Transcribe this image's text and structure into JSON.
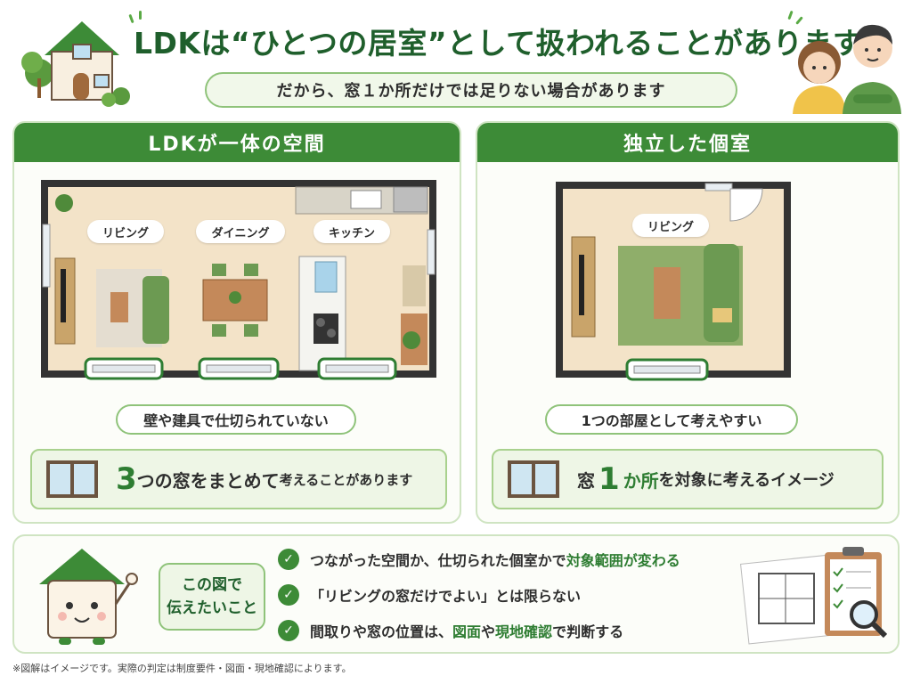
{
  "header": {
    "title": "LDKは“ひとつの居室”として扱われることがあります",
    "subtitle": "だから、窓１か所だけでは足りない場合があります"
  },
  "left_panel": {
    "title": "LDKが一体の空間",
    "rooms": [
      "リビング",
      "ダイニング",
      "キッチン"
    ],
    "callout": "壁や建具で仕切られていない",
    "info_number": "3",
    "info_tail": "つの窓をまとめて",
    "info_small": "考えることがあります"
  },
  "right_panel": {
    "title": "独立した個室",
    "room": "リビング",
    "callout": "1つの部屋として考えやすい",
    "info_head": "窓",
    "info_number": "1",
    "info_mid": "か所",
    "info_tail": "を対象に考えるイメージ"
  },
  "bottom": {
    "convey_line1": "この図で",
    "convey_line2": "伝えたいこと",
    "bullets": [
      {
        "pre": "つながった空間か、仕切られた個室かで",
        "hl": "対象範囲が変わる",
        "post": ""
      },
      {
        "pre": "「リビングの窓だけでよい」とは限らない",
        "hl": "",
        "post": ""
      },
      {
        "pre": "間取りや窓の位置は、",
        "hl": "図面",
        "mid": "や",
        "hl2": "現地確認",
        "post": "で判断する"
      }
    ]
  },
  "footnote": "※図解はイメージです。実際の判定は制度要件・図面・現地確認によります。",
  "colors": {
    "brand_green": "#3d8b37",
    "dark_green": "#1f5f2c",
    "light_green": "#eef6e6",
    "floor": "#f3e3c8",
    "rug": "#8fae6a"
  }
}
